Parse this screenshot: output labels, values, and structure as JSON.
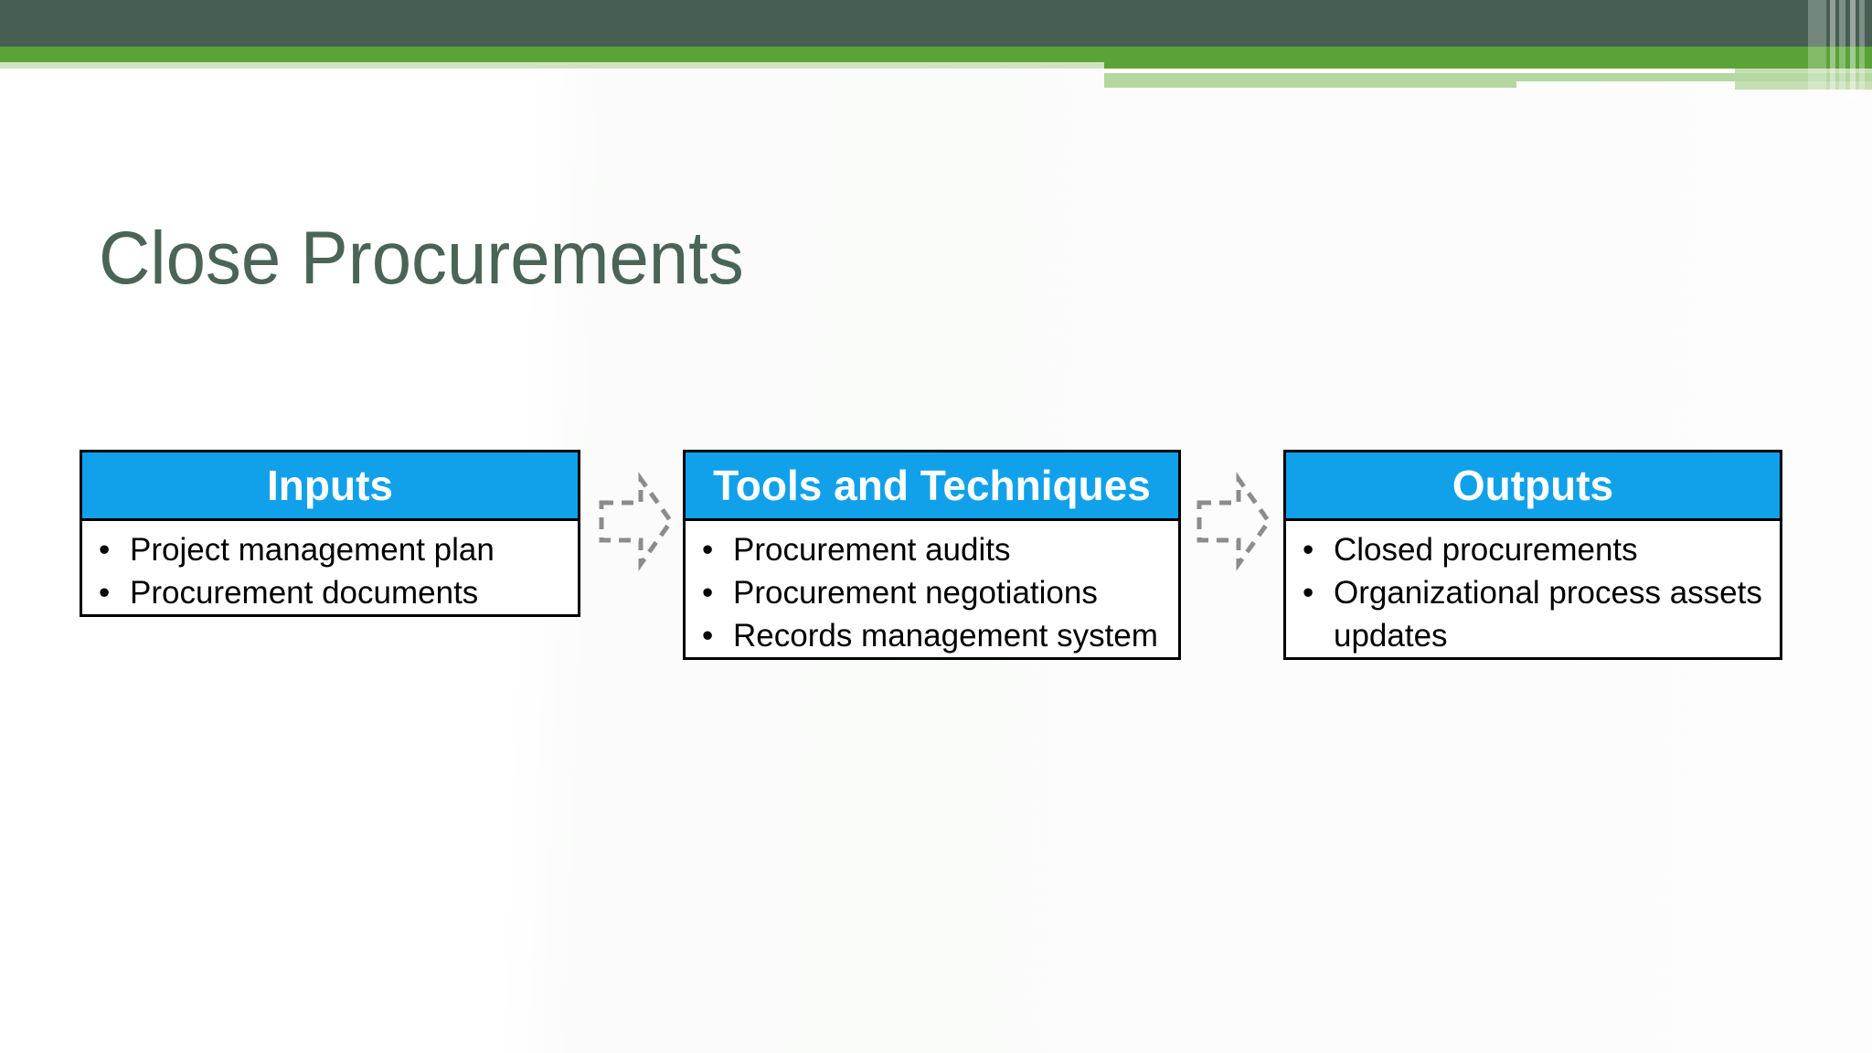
{
  "slide": {
    "title": "Close Procurements",
    "bullet_char": "•",
    "boxes": [
      {
        "header": "Inputs",
        "items": [
          "Project management plan",
          "Procurement documents"
        ]
      },
      {
        "header": "Tools and Techniques",
        "items": [
          "Procurement audits",
          "Procurement negotiations",
          "Records management system"
        ]
      },
      {
        "header": "Outputs",
        "items": [
          "Closed procurements",
          "Organizational process assets updates"
        ]
      }
    ],
    "theme": {
      "header_dark": "#465F52",
      "header_green": "#5AA336",
      "header_light_green_1": "#CFE3C1",
      "header_light_green_2": "#B5D7A0",
      "box_header_blue": "#10A1EA",
      "title_color": "#4A6456",
      "arrow_gray": "#8C8C8C"
    }
  }
}
